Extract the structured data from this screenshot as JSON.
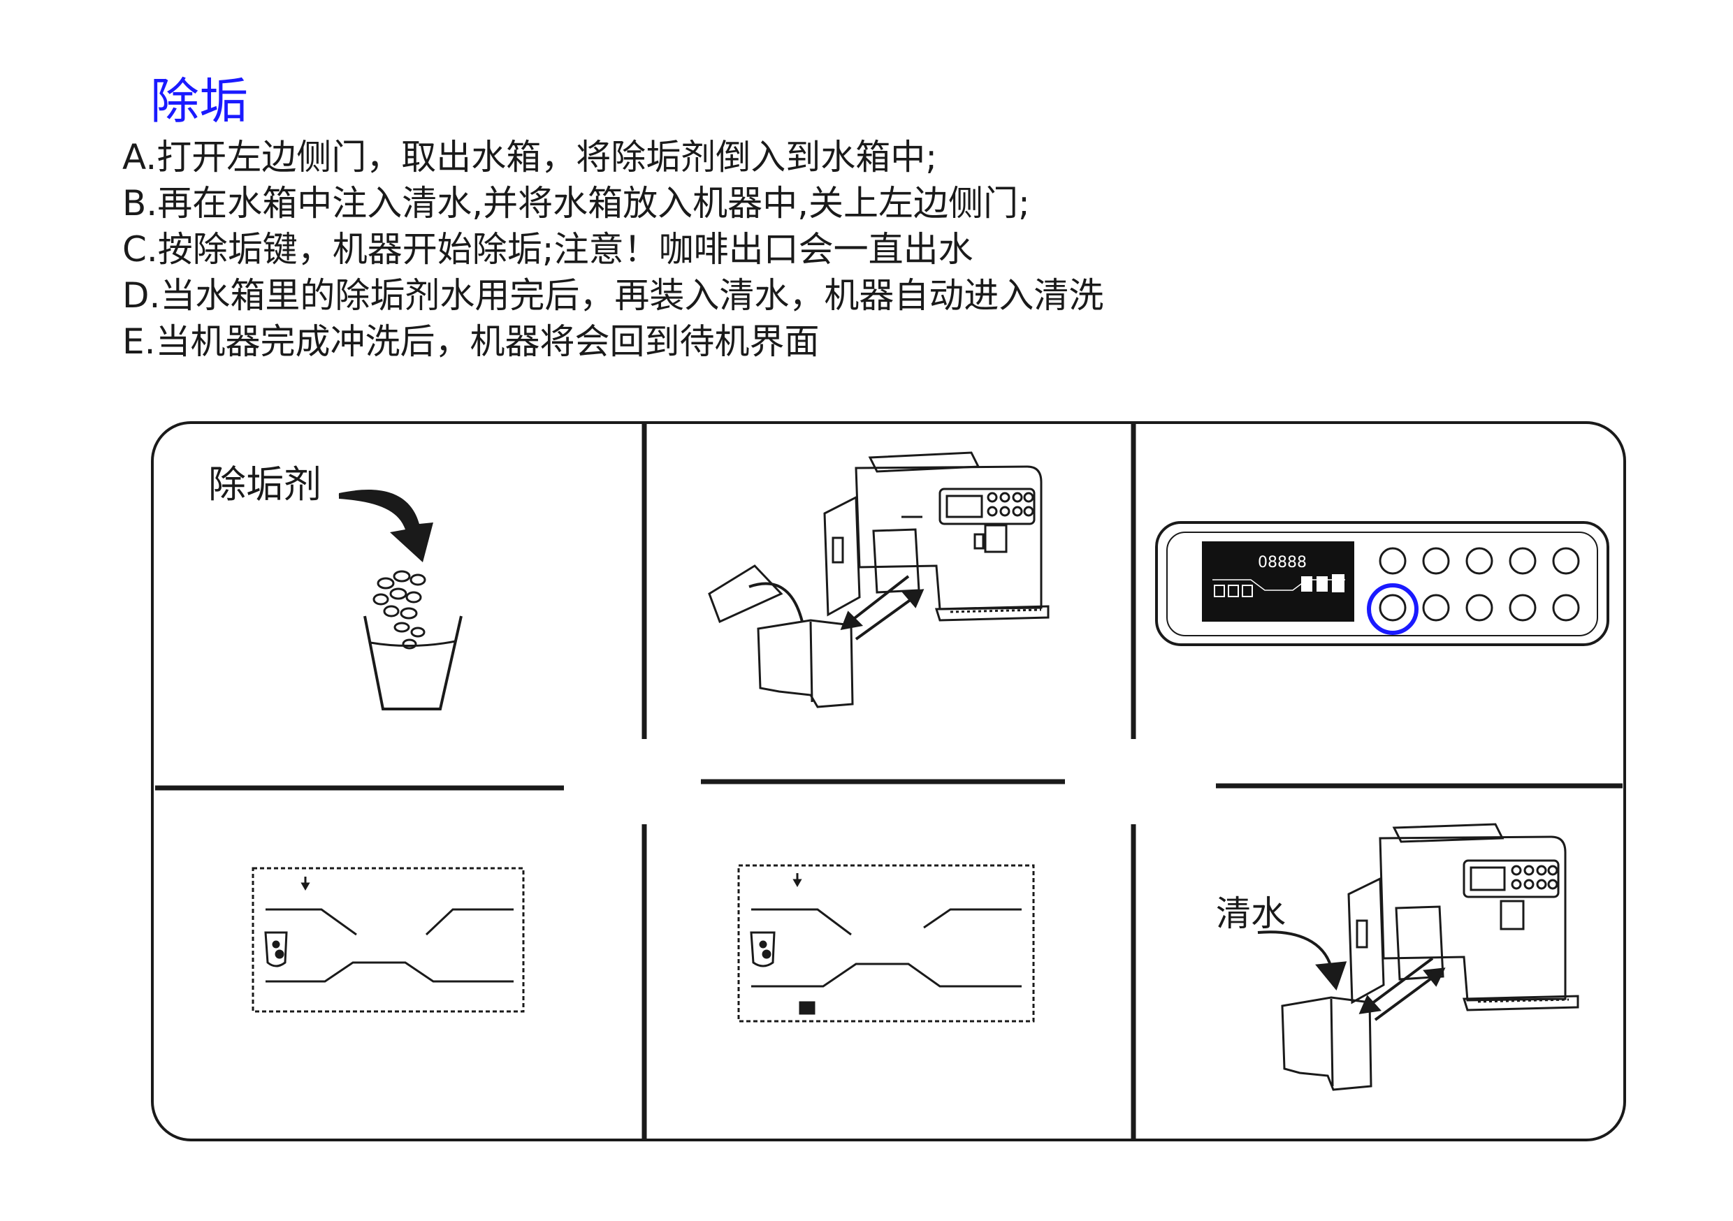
{
  "page": {
    "title": "除垢",
    "steps": [
      "A.打开左边侧门，取出水箱，将除垢剂倒入到水箱中;",
      "B.再在水箱中注入清水,并将水箱放入机器中,关上左边侧门;",
      "C.按除垢键，机器开始除垢;注意！咖啡出口会一直出水",
      "D.当水箱里的除垢剂水用完后，再装入清水，机器自动进入清洗",
      "E.当机器完成冲洗后，机器将会回到待机界面"
    ]
  },
  "panels": {
    "descaler_label": "除垢剂",
    "water_label": "清水",
    "control_panel_display": "08888"
  },
  "colors": {
    "title": "#1a1aff",
    "highlight_ring": "#1a1aff",
    "line": "#1a1a1a"
  }
}
